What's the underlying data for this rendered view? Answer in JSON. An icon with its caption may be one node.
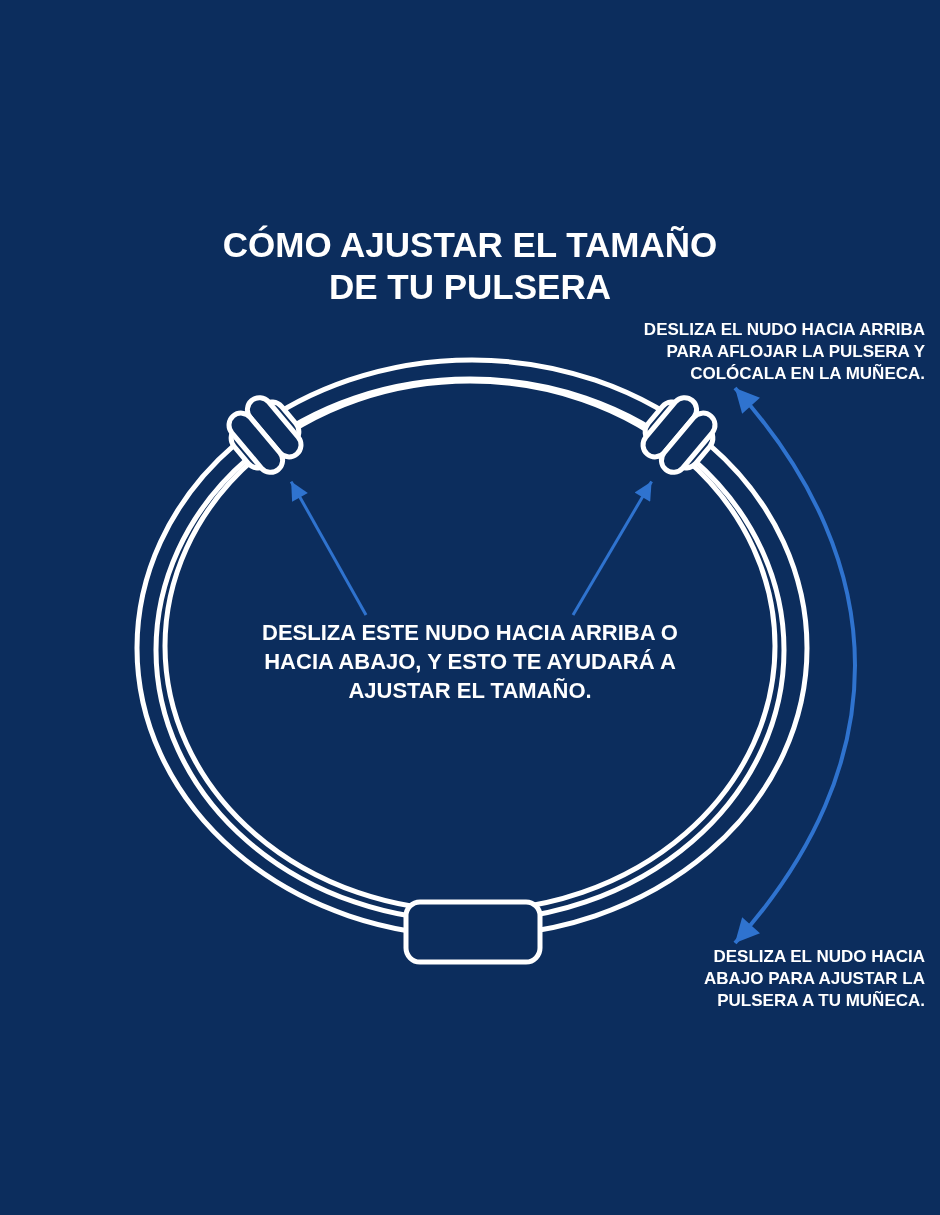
{
  "diagram": {
    "title": "CÓMO AJUSTAR EL TAMAÑO DE TU PULSERA",
    "nodes": [
      {
        "text": [
          "DESLIZA EL NUDO HACIA ARRIBA PARA AFLOJAR LA PULSERA Y COLÓCALA EN LA MUÑECA."
        ]
      },
      {
        "text": [],
        "shape": "knot"
      },
      {
        "text": [],
        "shape": "knot"
      },
      {
        "text": [
          "DESLIZA ESTE NUDO HACIA ARRIBA O HACIA ABAJO, Y ESTO TE AYUDARÁ A AJUSTAR EL TAMAÑO."
        ]
      },
      {
        "text": [
          "DESLIZA EL NUDO HACIA ABAJO PARA AJUSTAR LA PULSERA A TU MUÑECA."
        ]
      }
    ],
    "edges": [
      {
        "from": 3,
        "to": 1,
        "arrow": "to"
      },
      {
        "from": 3,
        "to": 2,
        "arrow": "to"
      },
      {
        "from": 0,
        "to": 4,
        "arrow": "both"
      }
    ]
  }
}
